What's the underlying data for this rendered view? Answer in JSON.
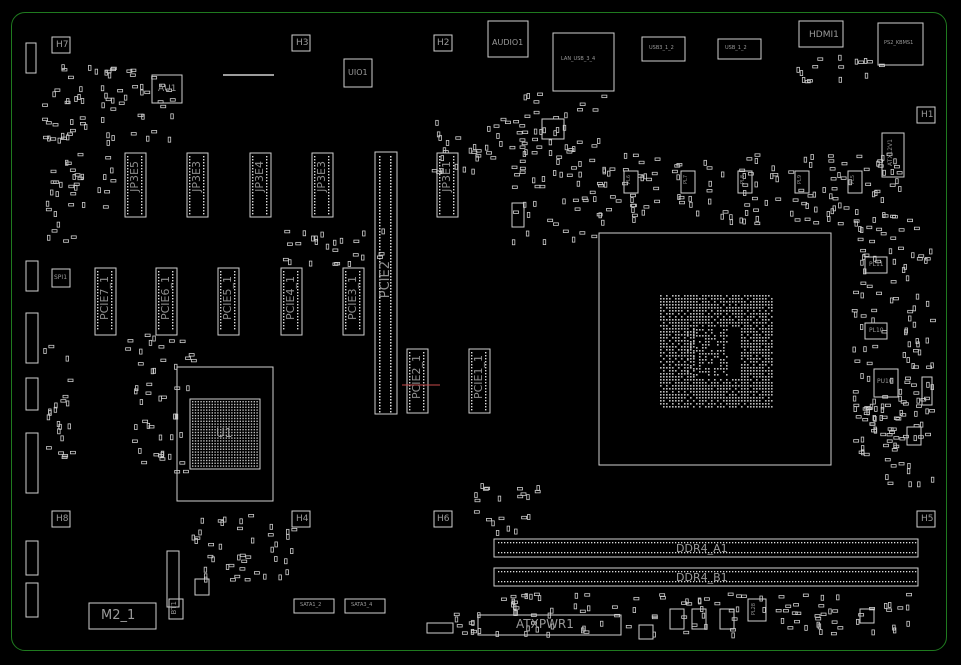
{
  "colors": {
    "board_outline": "#1f7a1f",
    "silk": "#d0d0d0",
    "label": "#9a9a9a",
    "trace": "#c84a4a"
  },
  "labels": {
    "h7": "H7",
    "h3": "H3",
    "h2": "H2",
    "h1": "H1",
    "h8": "H8",
    "h4": "H4",
    "h6": "H6",
    "h5": "H5",
    "au1": "AU1",
    "uio1": "UIO1",
    "audio1": "AUDIO1",
    "lan_usb": "LAN_USB_3_4",
    "usb3_1_2": "USB3_1_2",
    "usb_1_2": "USB_1_2",
    "hdmi1": "HDMI1",
    "ps2_kbms": "PS2_KBMS1",
    "atx12v": "ATX12V1",
    "p3e5": "JP3E5",
    "p3e4a": "JP3E3",
    "p3e4b": "JP3E4",
    "p3e3": "JP3E3",
    "p3e1": "JP3E1",
    "pcie2": "PCIE2",
    "pcie7": "PCIE7_1",
    "pcie6": "PCIE6_1",
    "pcie5": "PCIE5_1",
    "pcie4": "PCIE4_1",
    "pcie3": "PCIE3_1",
    "pcie1": "PCIE1_1",
    "pcie2_1": "PCIE2_1",
    "spi1": "SPI1",
    "pch": "U1",
    "m2": "M2_1",
    "bt1": "BT1",
    "sata1": "SATA1_2",
    "sata2": "SATA3_4",
    "ddr4_a1": "DDR4_A1",
    "ddr4_b1": "DDR4_B1",
    "atxpwr": "ATXPWR1",
    "pl1": "PL11",
    "pl2": "PL10",
    "pu10": "PU10",
    "pl3": "PL28",
    "pl6": "PL6",
    "pl7": "PL7",
    "pl8": "PL8",
    "pl9": "PL9",
    "pl5": "PL5"
  }
}
